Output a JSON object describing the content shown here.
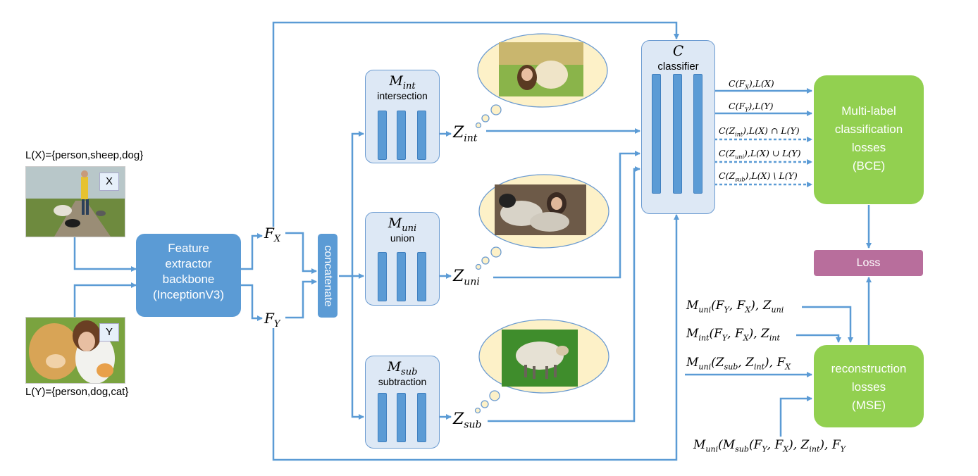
{
  "inputs": {
    "x_label": "L(X)={person,sheep,dog}",
    "x_tag": "X",
    "y_label": "L(Y)={person,dog,cat}",
    "y_tag": "Y"
  },
  "backbone": {
    "line1": "Feature",
    "line2": "extractor",
    "line3": "backbone",
    "line4": "(InceptionV3)"
  },
  "features": {
    "fx": "F_X",
    "fy": "F_Y"
  },
  "concatenate": "concatenate",
  "modules": {
    "int": {
      "symbol": "M_int",
      "name": "intersection",
      "output": "Z_int"
    },
    "uni": {
      "symbol": "M_uni",
      "name": "union",
      "output": "Z_uni"
    },
    "sub": {
      "symbol": "M_sub",
      "name": "subtraction",
      "output": "Z_sub"
    }
  },
  "classifier": {
    "symbol": "C",
    "name": "classifier"
  },
  "classifier_outputs": [
    "C(F_X),L(X)",
    "C(F_Y),L(Y)",
    "C(Z_int),L(X) ∩ L(Y)",
    "C(Z_uni),L(X) ∪ L(Y)",
    "C(Z_sub),L(X) \\ L(Y)"
  ],
  "multilabel": {
    "line1": "Multi-label",
    "line2": "classification",
    "line3": "losses",
    "line4": "(BCE)"
  },
  "loss": "Loss",
  "reconstruction": {
    "line1": "reconstruction",
    "line2": "losses",
    "line3": "(MSE)"
  },
  "recon_terms": [
    "M_uni(F_Y, F_X), Z_uni",
    "M_int(F_Y, F_X), Z_int",
    "M_uni(Z_sub, Z_int), F_X",
    "M_uni(M_sub(F_Y, F_X), Z_int), F_Y"
  ],
  "colors": {
    "blue": "#5b9bd5",
    "module_fill": "#dde8f5",
    "green": "#92d050",
    "loss": "#b86e9c",
    "cloud": "#fdf1c8"
  }
}
